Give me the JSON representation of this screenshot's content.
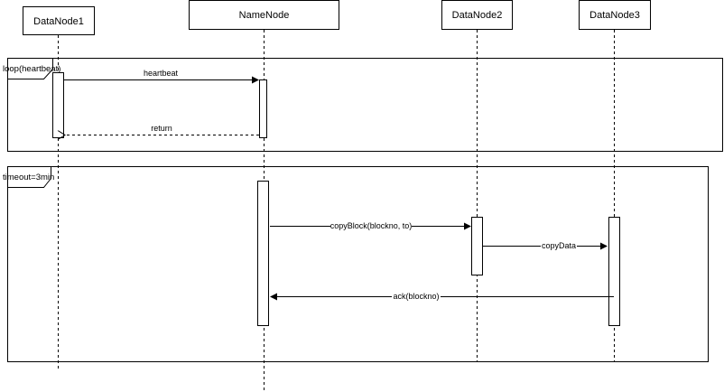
{
  "participants": {
    "datanode1": "DataNode1",
    "namenode": "NameNode",
    "datanode2": "DataNode2",
    "datanode3": "DataNode3"
  },
  "frames": {
    "loop": "loop(heartbeat)",
    "timeout": "timeout=3min"
  },
  "messages": {
    "heartbeat": "heartbeat",
    "return": "return",
    "copy_block": "copyBlock(blockno, to)",
    "copy_data": "copyData",
    "ack": "ack(blockno)"
  }
}
